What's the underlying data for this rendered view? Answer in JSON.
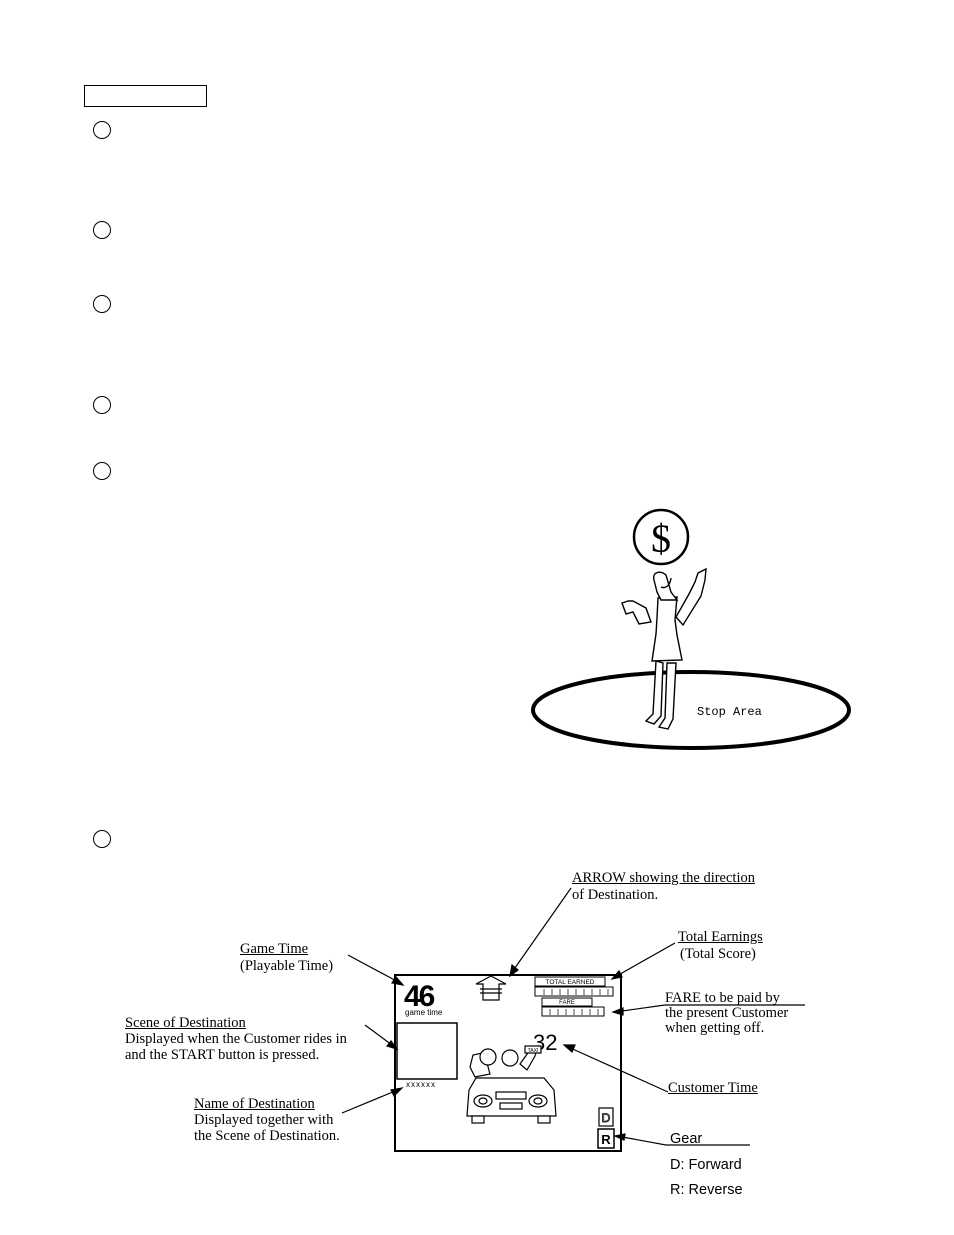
{
  "section_box": {
    "label": ""
  },
  "stop_illustration": {
    "dollar_symbol": "$",
    "stop_area_label": "Stop Area"
  },
  "screen": {
    "game_time_value": "46",
    "game_time_caption": "game time",
    "total_earned_label": "TOTAL EARNED",
    "fare_label": "FARE",
    "customer_time_value": "32",
    "destination_name_placeholder": "xxxxxx",
    "taxi_sign": "TAXI",
    "gear_d": "D",
    "gear_r": "R"
  },
  "callouts": {
    "arrow_title": "ARROW showing the direction",
    "arrow_sub": "of Destination.",
    "game_time_title": "Game  Time",
    "game_time_sub": "(Playable Time)",
    "total_earnings_title": "Total Earnings",
    "total_earnings_sub": "(Total Score)",
    "fare_line1": "FARE to be paid by",
    "fare_line2": "the present Customer",
    "fare_line3": "when getting off.",
    "scene_title": "Scene  of  Destination",
    "scene_line1": "Displayed when the Customer rides in",
    "scene_line2": "and the START button is pressed.",
    "customer_time": "Customer  Time",
    "name_title": "Name  of  Destination",
    "name_line1": "Displayed together with",
    "name_line2": "the Scene of Destination.",
    "gear_title": "Gear",
    "gear_forward": "D:  Forward",
    "gear_reverse": "R:  Reverse"
  }
}
